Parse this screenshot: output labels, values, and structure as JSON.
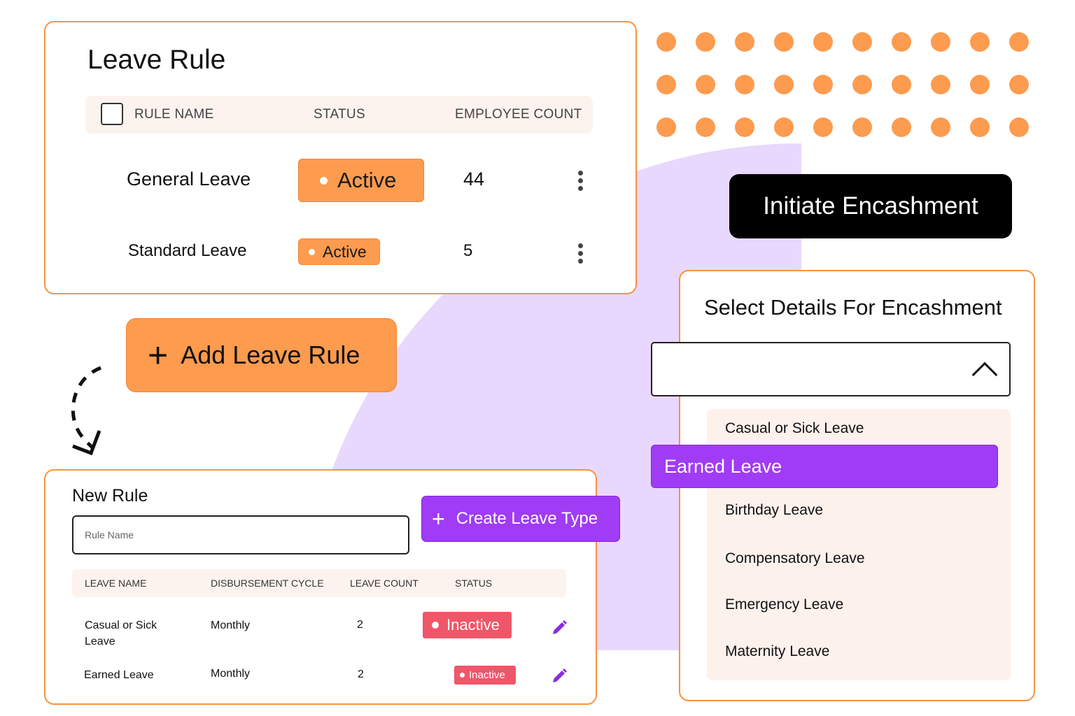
{
  "colors": {
    "orange": "#fd9b4f",
    "orange_border": "#f7933f",
    "purple": "#a03cf5",
    "lavender": "#e9d8fd",
    "inactive_red": "#f0566a",
    "black": "#000000"
  },
  "leave_rule": {
    "title": "Leave Rule",
    "columns": [
      "RULE NAME",
      "STATUS",
      "EMPLOYEE COUNT"
    ],
    "rows": [
      {
        "name": "General Leave",
        "status": "Active",
        "count": "44"
      },
      {
        "name": "Standard Leave",
        "status": "Active",
        "count": "5"
      }
    ]
  },
  "add_rule_button": {
    "icon": "plus-icon",
    "label": "Add Leave Rule"
  },
  "initiate_button": {
    "label": "Initiate Encashment"
  },
  "encashment": {
    "title": "Select Details For Encashment",
    "select_icon": "chevron-up-icon",
    "options": [
      "Casual or Sick Leave",
      "Earned Leave",
      "Birthday Leave",
      "Compensatory Leave",
      "Emergency Leave",
      "Maternity Leave"
    ],
    "selected": "Earned Leave"
  },
  "new_rule": {
    "title": "New Rule",
    "input_placeholder": "Rule Name",
    "create_button": {
      "icon": "plus-icon",
      "label": "Create Leave Type"
    },
    "columns": [
      "LEAVE NAME",
      "DISBURSEMENT CYCLE",
      "LEAVE COUNT",
      "STATUS"
    ],
    "rows": [
      {
        "name": "Casual or Sick Leave",
        "cycle": "Monthly",
        "count": "2",
        "status": "Inactive",
        "edit_icon": "pencil-icon"
      },
      {
        "name": "Earned Leave",
        "cycle": "Monthly",
        "count": "2",
        "status": "Inactive",
        "edit_icon": "pencil-icon"
      }
    ]
  }
}
